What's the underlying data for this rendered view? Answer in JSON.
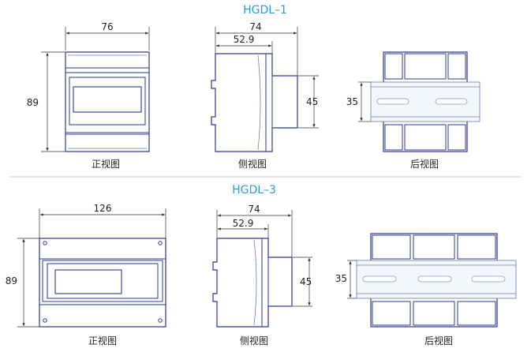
{
  "sections": [
    {
      "title": "HGDL–1",
      "front": {
        "width": "76",
        "height": "89",
        "caption": "正视图"
      },
      "side": {
        "total": "74",
        "partial": "52.9",
        "height": "45",
        "caption": "侧视图"
      },
      "back": {
        "rail": "35",
        "caption": "后视图"
      }
    },
    {
      "title": "HGDL–3",
      "front": {
        "width": "126",
        "height": "89",
        "caption": "正视图"
      },
      "side": {
        "total": "74",
        "partial": "52.9",
        "height": "45",
        "caption": "侧视图"
      },
      "back": {
        "rail": "35",
        "caption": "后视图"
      }
    }
  ],
  "colors": {
    "title": "#2a9bd6",
    "outline": "#2b3a8c",
    "divider": "#cfd3dc"
  }
}
